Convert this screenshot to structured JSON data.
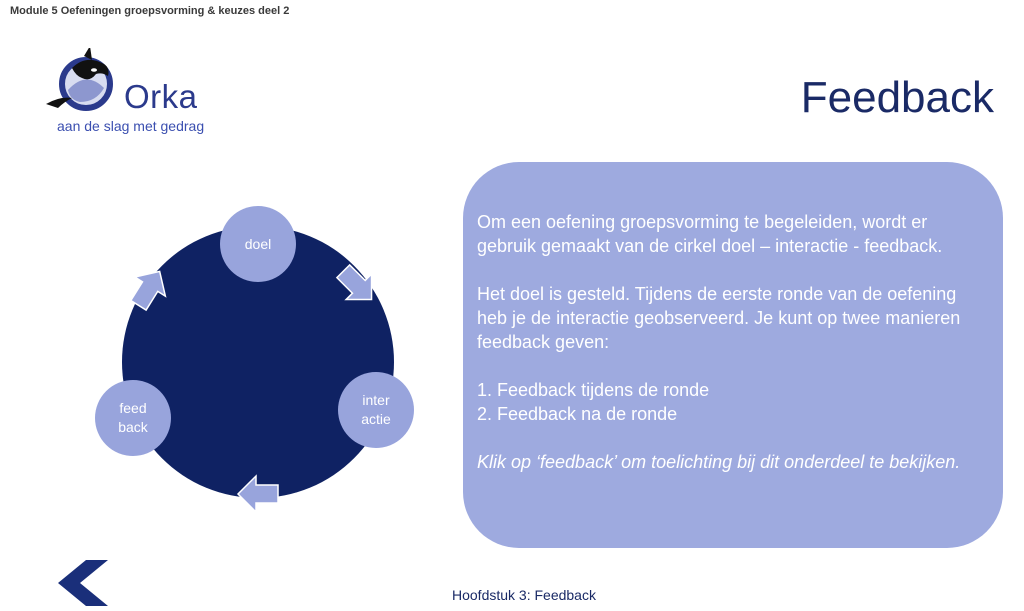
{
  "header": {
    "module_title": "Module 5 Oefeningen groepsvorming & keuzes deel 2"
  },
  "logo": {
    "brand": "Orka",
    "tagline": "aan de slag met gedrag",
    "icon": "orca-icon"
  },
  "slide": {
    "title": "Feedback"
  },
  "cycle": {
    "nodes": [
      {
        "id": "doel",
        "label": "doel"
      },
      {
        "id": "interactie",
        "label": "inter\nactie"
      },
      {
        "id": "feedback",
        "label": "feed\nback"
      }
    ],
    "arrow_icon": "arrow-icon",
    "colors": {
      "circle": "#0f2263",
      "node": "#98a4dc"
    }
  },
  "info": {
    "paragraph_1": "Om een oefening groepsvorming te begeleiden, wordt er gebruik gemaakt van de cirkel doel – interactie - feedback.",
    "paragraph_2": "Het doel is gesteld. Tijdens de eerste ronde van de oefening heb je de interactie geobserveerd. Je kunt op twee manieren feedback geven:",
    "list": [
      "1. Feedback tijdens de ronde",
      "2. Feedback na de ronde"
    ],
    "cta": "Klik op ‘feedback’ om toelichting bij dit onderdeel te bekijken."
  },
  "footer": {
    "chapter": "Hoofdstuk 3: Feedback",
    "back_icon": "chevron-left-icon"
  }
}
